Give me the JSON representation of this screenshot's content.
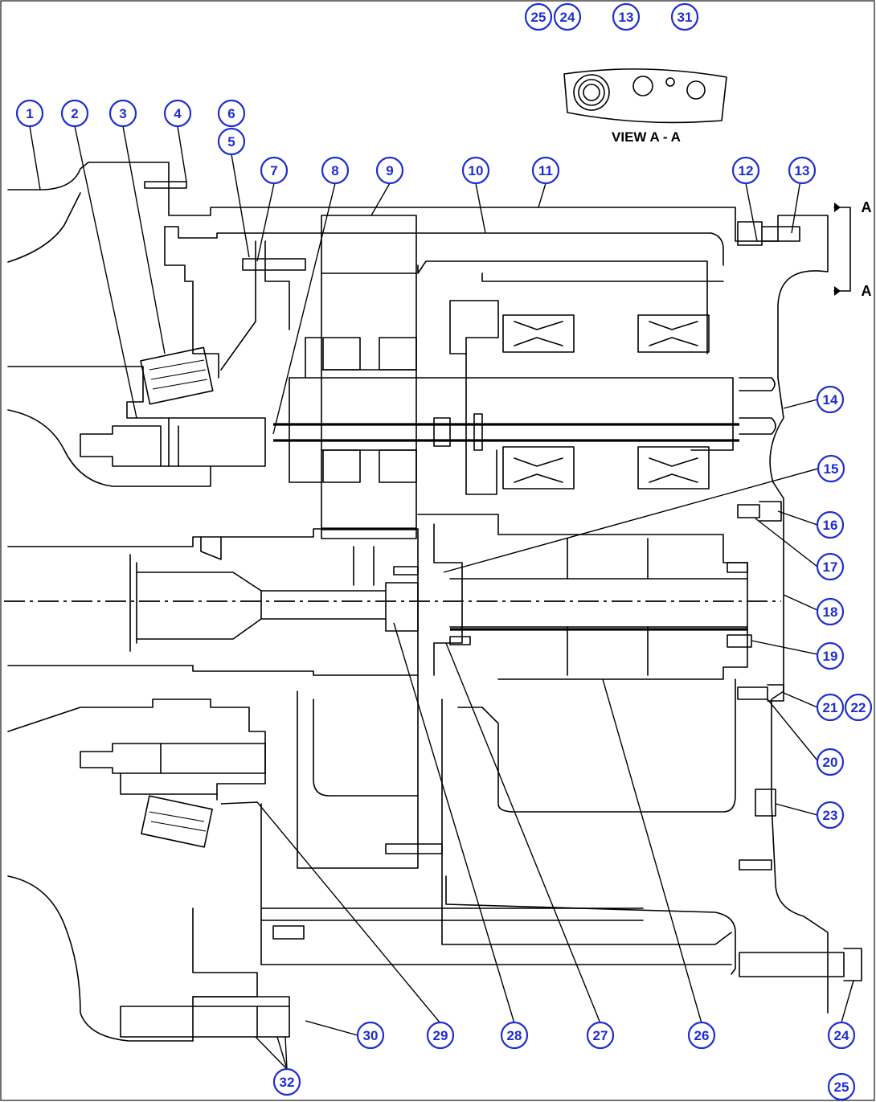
{
  "view_title": "VIEW A - A",
  "section_mark": "A",
  "section_mark_lower": "A",
  "callouts": [
    "1",
    "2",
    "3",
    "4",
    "5",
    "6",
    "7",
    "8",
    "9",
    "10",
    "11",
    "12",
    "13",
    "13",
    "14",
    "15",
    "16",
    "17",
    "18",
    "19",
    "20",
    "21",
    "22",
    "23",
    "24",
    "24",
    "25",
    "25",
    "26",
    "27",
    "28",
    "29",
    "30",
    "31",
    "32"
  ]
}
